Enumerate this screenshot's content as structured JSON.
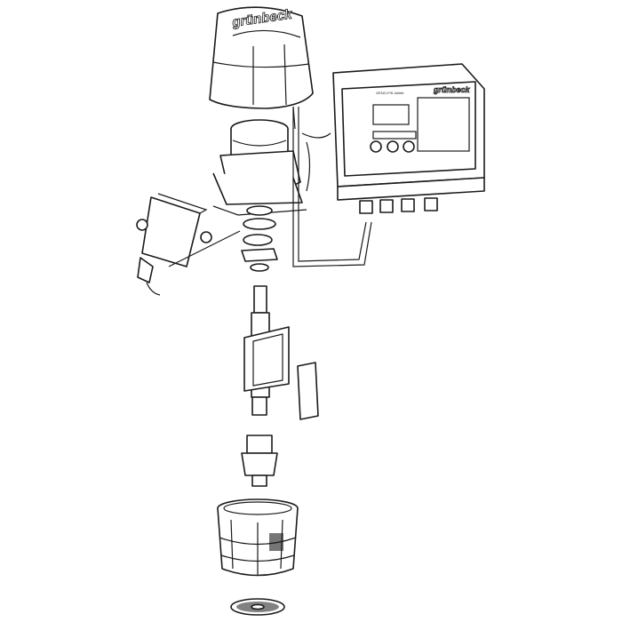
{
  "logo": {
    "brand": "grünbeck"
  },
  "control_unit": {
    "model_label": "GENO-FIS-Inhibit",
    "brand": "grünbeck"
  },
  "colors": {
    "line": "#1a1a1a",
    "background": "#ffffff"
  }
}
